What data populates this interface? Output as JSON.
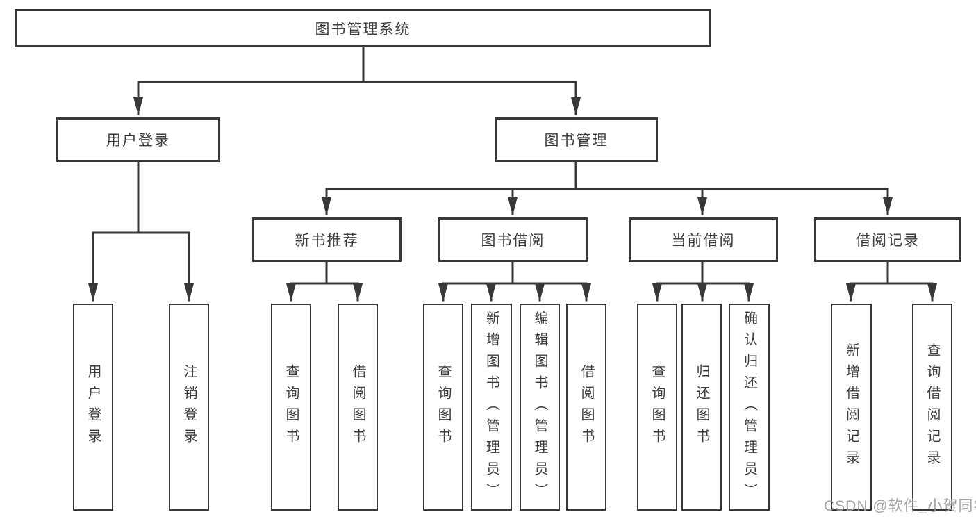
{
  "tree": {
    "label": "图书管理系统",
    "children": [
      {
        "label": "用户登录",
        "children": [
          {
            "label": "用户登录"
          },
          {
            "label": "注销登录"
          }
        ]
      },
      {
        "label": "图书管理",
        "children": [
          {
            "label": "新书推荐",
            "children": [
              {
                "label": "查询图书"
              },
              {
                "label": "借阅图书"
              }
            ]
          },
          {
            "label": "图书借阅",
            "children": [
              {
                "label": "查询图书"
              },
              {
                "label": "新增图书（管理员）"
              },
              {
                "label": "编辑图书（管理员）"
              },
              {
                "label": "借阅图书"
              }
            ]
          },
          {
            "label": "当前借阅",
            "children": [
              {
                "label": "查询图书"
              },
              {
                "label": "归还图书"
              },
              {
                "label": "确认归还（管理员）"
              }
            ]
          },
          {
            "label": "借阅记录",
            "children": [
              {
                "label": "新增借阅记录"
              },
              {
                "label": "查询借阅记录"
              }
            ]
          }
        ]
      }
    ]
  },
  "watermark": {
    "text": "CSDN @软件_小贺同学"
  },
  "colors": {
    "line": "#383838",
    "box_border": "#383838",
    "box_background": "#ffffff",
    "text": "#3c3c3c",
    "watermark_text": "#9e9e9e",
    "page_background": "#ffffff"
  }
}
